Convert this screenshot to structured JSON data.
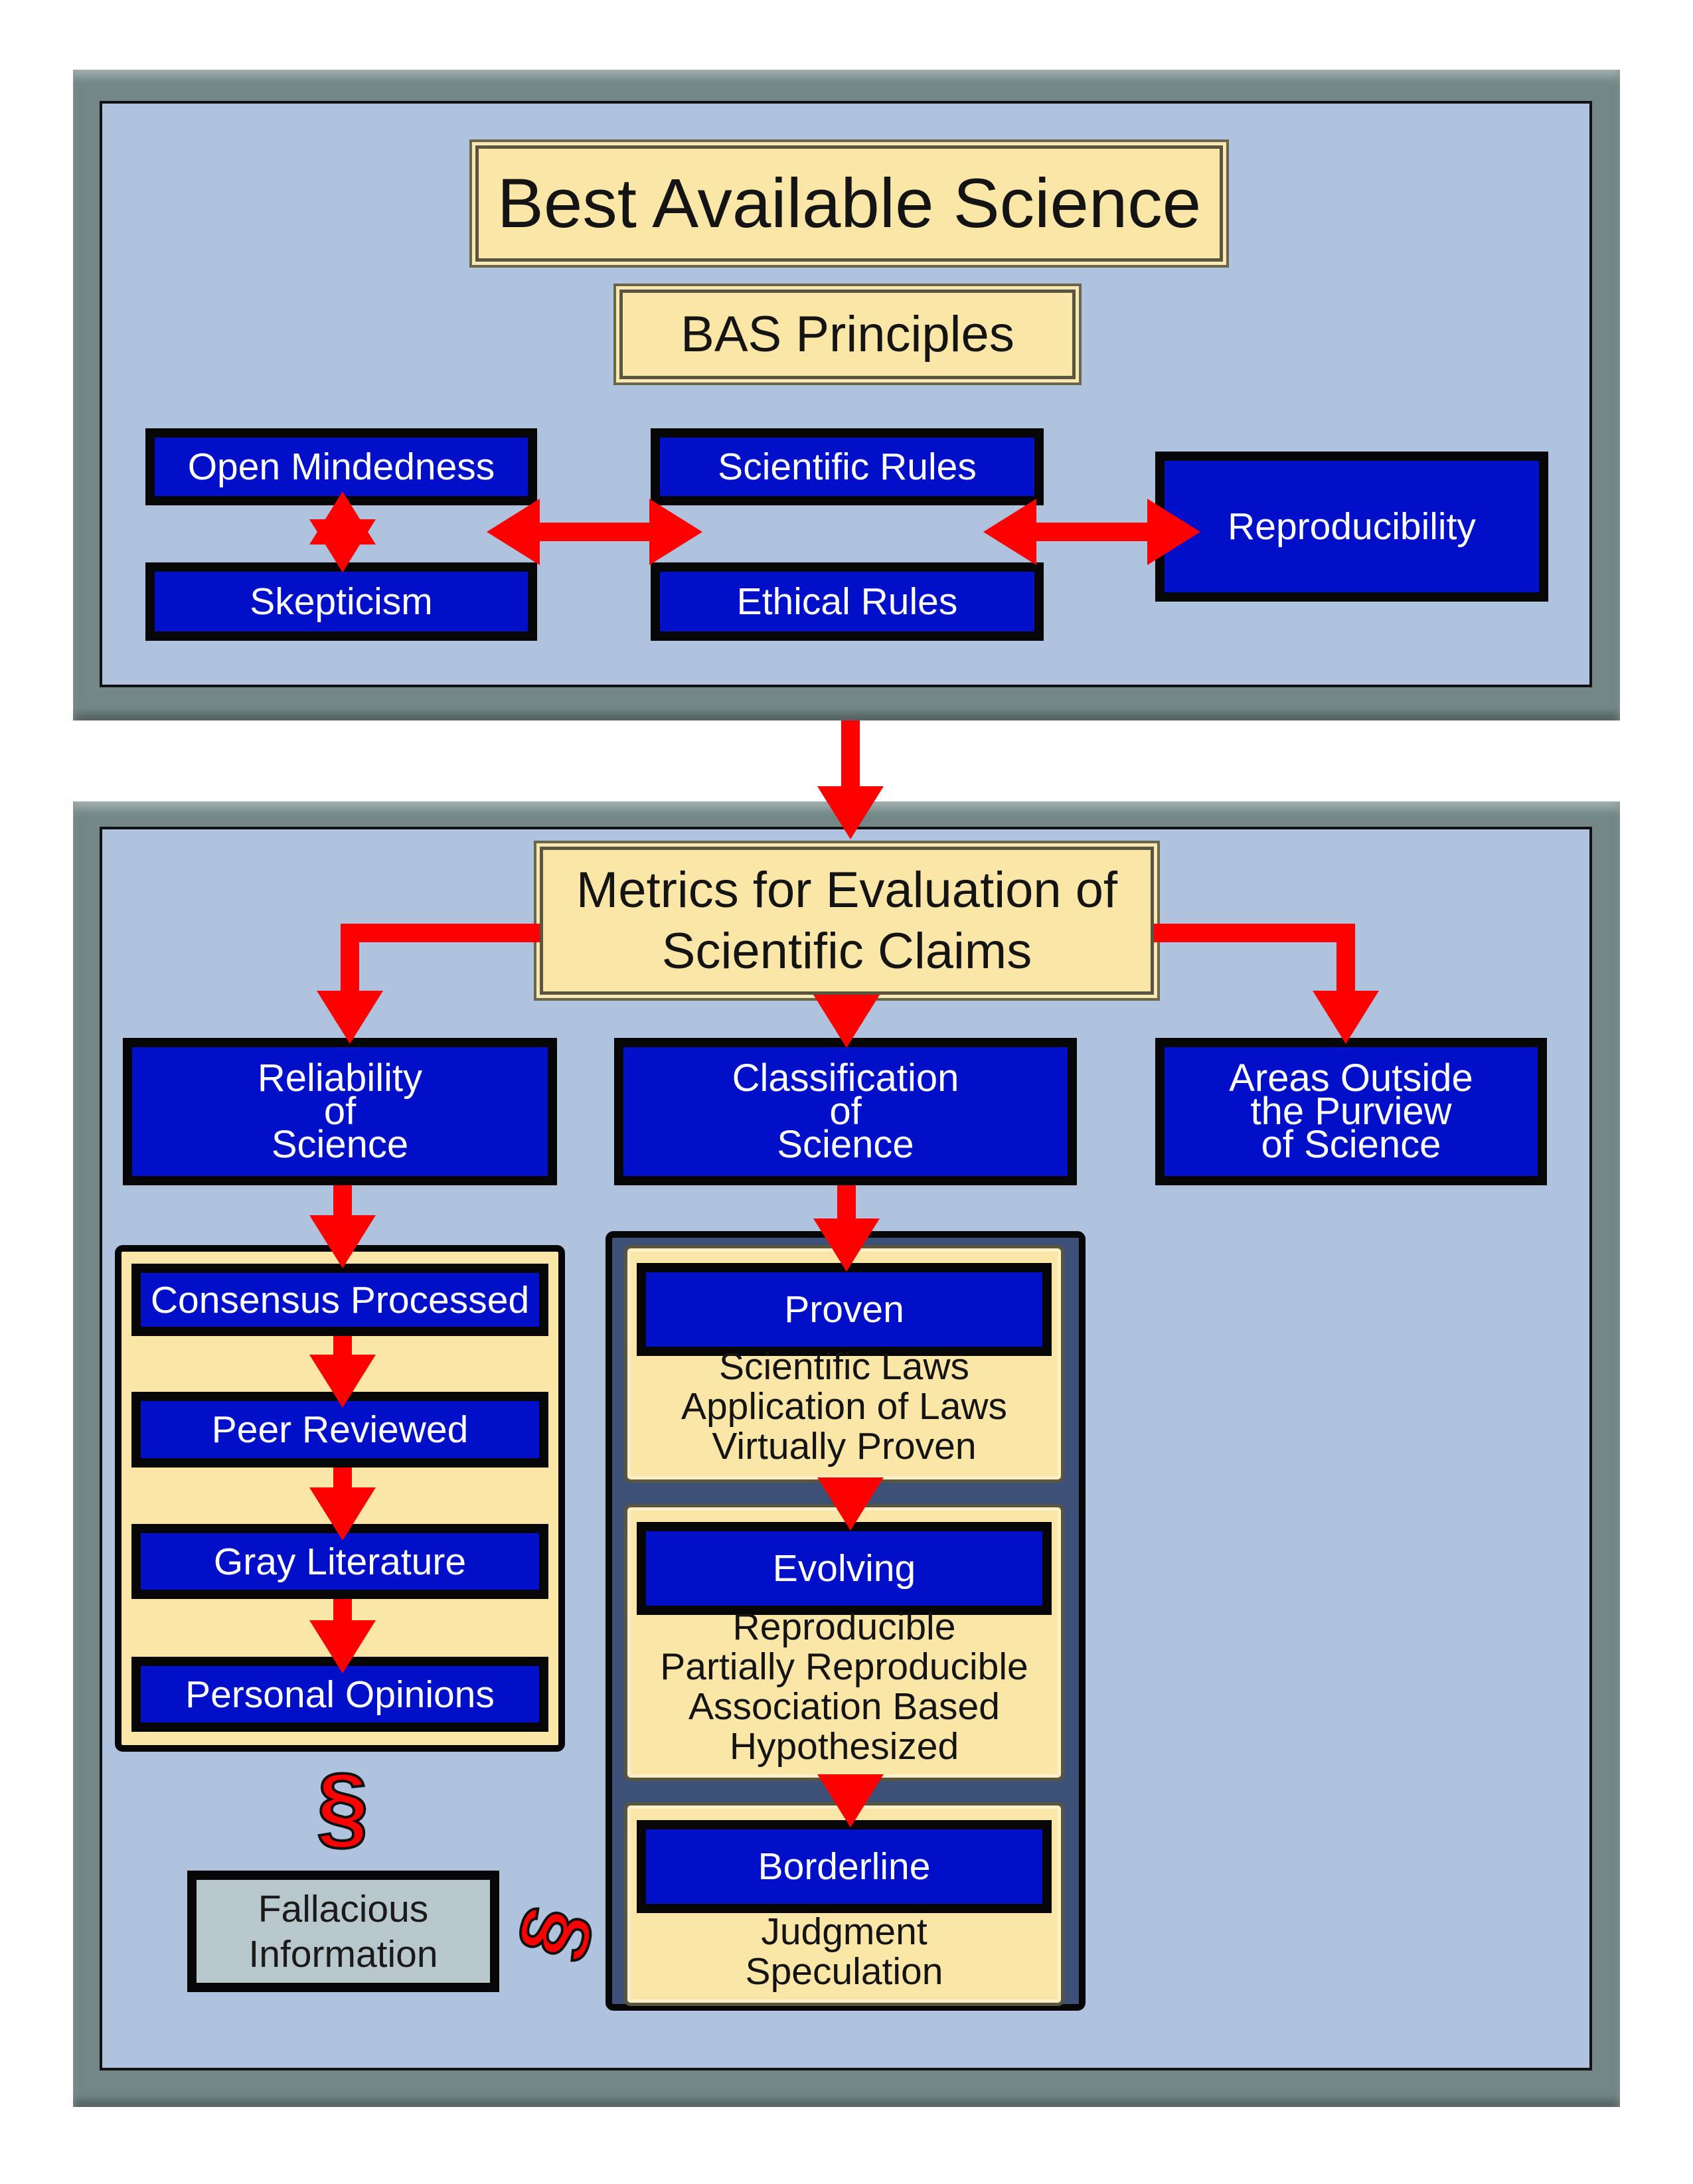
{
  "title": "Best Available Science",
  "principles": {
    "heading": "BAS Principles",
    "open_mindedness": "Open Mindedness",
    "skepticism": "Skepticism",
    "scientific_rules": "Scientific Rules",
    "ethical_rules": "Ethical Rules",
    "reproducibility": "Reproducibility"
  },
  "metrics": {
    "heading_line1": "Metrics for Evaluation of",
    "heading_line2": "Scientific Claims",
    "reliability": [
      "Reliability",
      "of",
      "Science"
    ],
    "classification": [
      "Classification",
      "of",
      "Science"
    ],
    "outside": [
      "Areas Outside",
      "the Purview",
      "of Science"
    ]
  },
  "reliability_levels": [
    "Consensus Processed",
    "Peer Reviewed",
    "Gray Literature",
    "Personal Opinions"
  ],
  "classes": [
    {
      "label": "Proven",
      "items": [
        "Scientific Laws",
        "Application of Laws",
        "Virtually Proven"
      ]
    },
    {
      "label": "Evolving",
      "items": [
        "Reproducible",
        "Partially Reproducible",
        "Association Based",
        "Hypothesized"
      ]
    },
    {
      "label": "Borderline",
      "items": [
        "Judgment",
        "Speculation"
      ]
    }
  ],
  "fallacious": [
    "Fallacious",
    "Information"
  ],
  "section_symbol": "§",
  "colors": {
    "frame": "#738787",
    "panel": "#afc3de",
    "box_blue": "#0010c8",
    "gold": "#fae6a6",
    "arrow": "#ff0000",
    "class_bg": "#3d5075",
    "fallacious_bg": "#b8c7cb"
  }
}
